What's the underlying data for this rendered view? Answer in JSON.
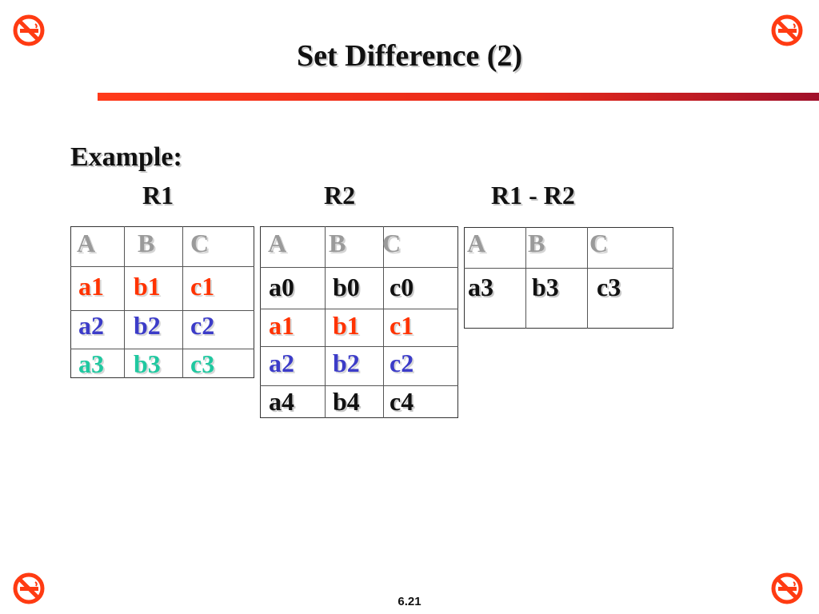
{
  "slide": {
    "title": "Set Difference (2)",
    "example_label": "Example:",
    "page_number": "6.21"
  },
  "colors": {
    "rule_start": "#ff3a1a",
    "rule_end": "#a0102a",
    "icon": "#ff3b12",
    "red": "#ff3300",
    "blue": "#3c3cc8",
    "green": "#20c8a0",
    "black": "#111111",
    "header_gray": "#9a9a9a"
  },
  "corner_icons": [
    "no-smoking-icon",
    "no-smoking-icon",
    "no-smoking-icon",
    "no-smoking-icon"
  ],
  "tables": [
    {
      "label": "R1",
      "headers": [
        "A",
        "B",
        "C"
      ],
      "rows": [
        {
          "cells": [
            "a1",
            "b1",
            "c1"
          ],
          "color": "red"
        },
        {
          "cells": [
            "a2",
            "b2",
            "c2"
          ],
          "color": "blue"
        },
        {
          "cells": [
            "a3",
            "b3",
            "c3"
          ],
          "color": "green"
        }
      ]
    },
    {
      "label": "R2",
      "headers": [
        "A",
        "B",
        "C"
      ],
      "rows": [
        {
          "cells": [
            "a0",
            "b0",
            "c0"
          ],
          "color": "black"
        },
        {
          "cells": [
            "a1",
            "b1",
            "c1"
          ],
          "color": "red"
        },
        {
          "cells": [
            "a2",
            "b2",
            "c2"
          ],
          "color": "blue"
        },
        {
          "cells": [
            "a4",
            "b4",
            "c4"
          ],
          "color": "black"
        }
      ]
    },
    {
      "label": "R1 - R2",
      "headers": [
        "A",
        "B",
        "C"
      ],
      "rows": [
        {
          "cells": [
            "a3",
            "b3",
            "c3"
          ],
          "color": "black"
        }
      ]
    }
  ]
}
